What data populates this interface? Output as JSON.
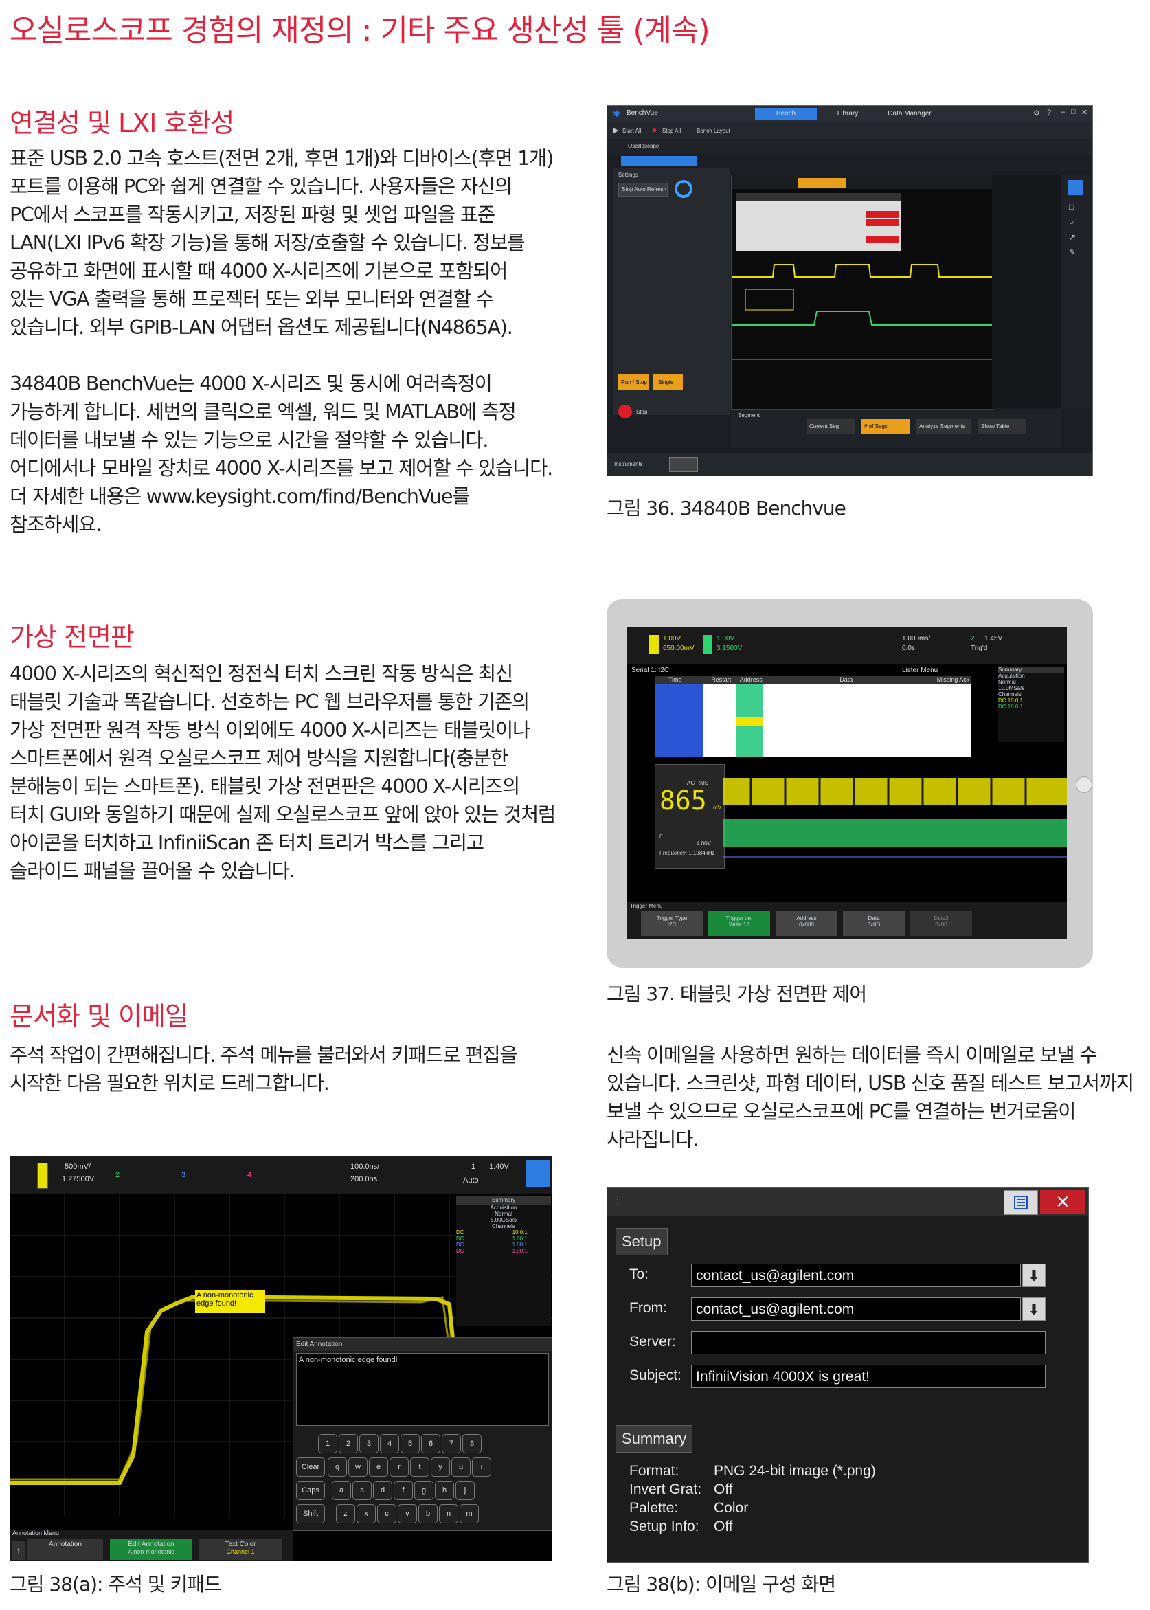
{
  "page_title": "오실로스코프 경험의 재정의 : 기타 주요 생산성 툴 (계속)",
  "sections": {
    "lxi": {
      "heading": "연결성 및 LXI 호환성",
      "p1": "표준 USB 2.0 고속 호스트(전면 2개, 후면 1개)와 디바이스(후면 1개)\n포트를 이용해 PC와 쉽게 연결할 수 있습니다. 사용자들은 자신의\nPC에서 스코프를 작동시키고, 저장된 파형 및 셋업 파일을 표준\nLAN(LXI IPv6 확장 기능)을 통해 저장/호출할 수 있습니다. 정보를\n공유하고 화면에 표시할 때 4000 X-시리즈에 기본으로 포함되어\n있는 VGA 출력을 통해 프로젝터 또는 외부 모니터와 연결할 수\n있습니다. 외부 GPIB-LAN 어댑터 옵션도 제공됩니다(N4865A).",
      "p2": "34840B BenchVue는 4000 X-시리즈 및 동시에 여러측정이\n가능하게 합니다. 세번의 클릭으로 엑셀, 워드 및 MATLAB에 측정\n데이터를 내보낼 수 있는 기능으로 시간을 절약할 수 있습니다.\n어디에서나 모바일 장치로 4000 X-시리즈를 보고 제어할 수 있습니다.\n더 자세한 내용은 www.keysight.com/find/BenchVue를\n참조하세요."
    },
    "virtual": {
      "heading": "가상 전면판",
      "p1": "4000 X-시리즈의 혁신적인 정전식 터치 스크린 작동 방식은 최신\n태블릿 기술과 똑같습니다. 선호하는 PC 웹 브라우저를 통한 기존의\n가상 전면판 원격 작동 방식 이외에도 4000 X-시리즈는 태블릿이나\n스마트폰에서 원격 오실로스코프 제어 방식을 지원합니다(충분한\n분해능이 되는 스마트폰). 태블릿 가상 전면판은 4000 X-시리즈의\n터치 GUI와 동일하기 때문에 실제 오실로스코프 앞에 앉아 있는 것처럼\n아이콘을 터치하고 InfiniiScan 존 터치 트리거 박스를 그리고\n슬라이드 패널을 끌어올 수 있습니다."
    },
    "docs": {
      "heading": "문서화 및 이메일",
      "p1": "주석 작업이 간편해집니다. 주석 메뉴를 불러와서 키패드로 편집을\n시작한 다음 필요한 위치로 드레그합니다.",
      "p2": "신속 이메일을 사용하면 원하는 데이터를 즉시 이메일로 보낼 수\n있습니다. 스크린샷, 파형 데이터, USB 신호 품질 테스트 보고서까지\n보낼 수 있으므로 오실로스코프에 PC를 연결하는 번거로움이\n사라집니다."
    }
  },
  "captions": {
    "fig36": "그림 36. 34840B Benchvue",
    "fig37": "그림 37. 태블릿 가상 전면판 제어",
    "fig38a": "그림 38(a): 주석 및 키패드",
    "fig38b": "그림 38(b): 이메일 구성 화면"
  },
  "fig36": {
    "app": "BenchVue",
    "tabs": [
      "Bench",
      "Library",
      "Data Manager"
    ],
    "toolbar": [
      "Start All",
      "Stop All",
      "Bench Layout"
    ],
    "instrument": "Oscilloscope",
    "settings": "Settings",
    "stop_button": "Stop Auto Refresh",
    "panel_labels": [
      "Run / Stop",
      "Single",
      "Segment",
      "Current Seg",
      "# of Segs",
      "Analyze Segments",
      "Show Table"
    ],
    "instruments_label": "Instruments",
    "stop_label": "Stop"
  },
  "fig37": {
    "top_vals": [
      "1.00V",
      "650.00mV",
      "1.00V",
      "3.1500V",
      "1.000ms/",
      "0.0s",
      "2",
      "1.45V",
      "Trig'd"
    ],
    "serial": "Serial 1: I2C",
    "table_cols": [
      "Time",
      "Restart",
      "Address",
      "Data",
      "Missing Ack"
    ],
    "summary": [
      "Summary",
      "Acquisition",
      "Normal",
      "10.0MSa/s",
      "Channels",
      "DC",
      "10.0:1",
      "DC",
      "10.0:1"
    ],
    "listener": "Lister Menu",
    "meter_label": "AC RMS",
    "meter_val": "865",
    "meter_unit": "mV",
    "meter_sub": [
      "0",
      "4.00V",
      "Frequency: 1.1984kHz"
    ],
    "trigger_menu": "Trigger Menu",
    "softkeys": [
      "Trigger Type",
      "I2C",
      "Trigger on:",
      "Write 10",
      "Address",
      "0x000",
      "Data",
      "0x0D",
      "Data2",
      "0x00"
    ]
  },
  "fig38a": {
    "ch1": [
      "500mV/",
      "1.27500V"
    ],
    "ch_nums": [
      "1",
      "2",
      "3",
      "4"
    ],
    "time": [
      "100.0ns/",
      "200.0ns"
    ],
    "trig": [
      "1",
      "1.40V",
      "Auto"
    ],
    "summary": [
      "Summary",
      "Acquisition",
      "Normal",
      "5.00GSa/s",
      "Channels"
    ],
    "channels": [
      [
        "DC",
        "10.0:1"
      ],
      [
        "DC",
        "1.00:1"
      ],
      [
        "DC",
        "1.00:1"
      ],
      [
        "DC",
        "1.00:1"
      ]
    ],
    "annotation": "A non-monotonic edge found!",
    "edit_title": "Edit Annotation",
    "edit_text": "A non-monotonic edge found!",
    "row1": [
      "1",
      "2",
      "3",
      "4",
      "5",
      "6",
      "7",
      "8"
    ],
    "row2": [
      "Clear",
      "q",
      "w",
      "e",
      "r",
      "t",
      "y",
      "u",
      "i"
    ],
    "row3": [
      "Caps",
      "a",
      "s",
      "d",
      "f",
      "g",
      "h",
      "j"
    ],
    "row4": [
      "Shift",
      "z",
      "x",
      "c",
      "v",
      "b",
      "n",
      "m"
    ],
    "menu_title": "Annotation Menu",
    "softkeys": [
      "Annotation",
      "Edit Annotation",
      "A non-monotonic",
      "Text Color",
      "Channel 1"
    ]
  },
  "fig38b": {
    "setup": "Setup",
    "to_label": "To:",
    "to": "contact_us@agilent.com",
    "from_label": "From:",
    "from": "contact_us@agilent.com",
    "server_label": "Server:",
    "server": "",
    "subject_label": "Subject:",
    "subject": "InfiniiVision 4000X is great!",
    "summary": "Summary",
    "format_label": "Format:",
    "format": "PNG 24-bit image (*.png)",
    "invert_label": "Invert Grat:",
    "invert": "Off",
    "palette_label": "Palette:",
    "palette": "Color",
    "setupinfo_label": "Setup Info:",
    "setupinfo": "Off"
  },
  "colors": {
    "accent": "#e2233e",
    "trace_yellow": "#e9e100",
    "trace_green": "#2fd36b"
  }
}
